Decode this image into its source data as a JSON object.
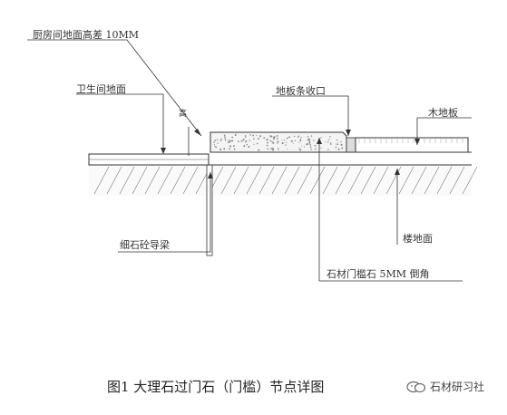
{
  "labels": {
    "height_diff": "厨房间地面高差 10MM",
    "bathroom_floor": "卫生间地面",
    "strip": "地板条收口",
    "wood_floor": "木地板",
    "curb": "细石砼导梁",
    "base_floor": "楼地面",
    "threshold": "石材门槛石 5MM 倒角",
    "dim": "高"
  },
  "caption": "图1  大理石过门石（门槛）节点详图",
  "watermark": "石材研习社",
  "colors": {
    "line": "#333333",
    "hatch": "#555555",
    "text": "#333333"
  }
}
